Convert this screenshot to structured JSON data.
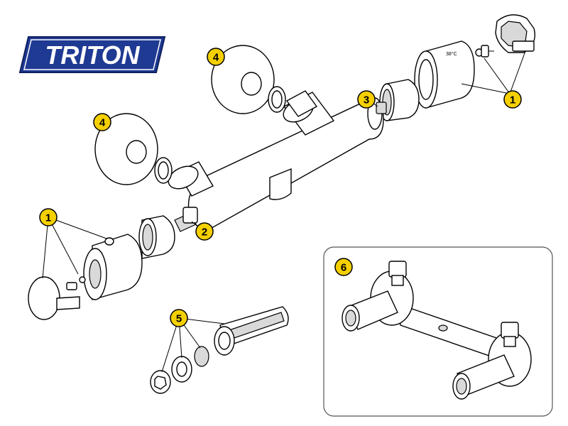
{
  "brand": {
    "logo_text": "TRITON",
    "logo_bg": "#1f3a93",
    "logo_fg": "#ffffff"
  },
  "callout_color": "#f5d000",
  "callouts": [
    {
      "id": "c1-right",
      "label": "1"
    },
    {
      "id": "c1-left",
      "label": "1"
    },
    {
      "id": "c2",
      "label": "2"
    },
    {
      "id": "c3",
      "label": "3"
    },
    {
      "id": "c4-top",
      "label": "4"
    },
    {
      "id": "c4-left",
      "label": "4"
    },
    {
      "id": "c5",
      "label": "5"
    },
    {
      "id": "c6",
      "label": "6"
    }
  ]
}
